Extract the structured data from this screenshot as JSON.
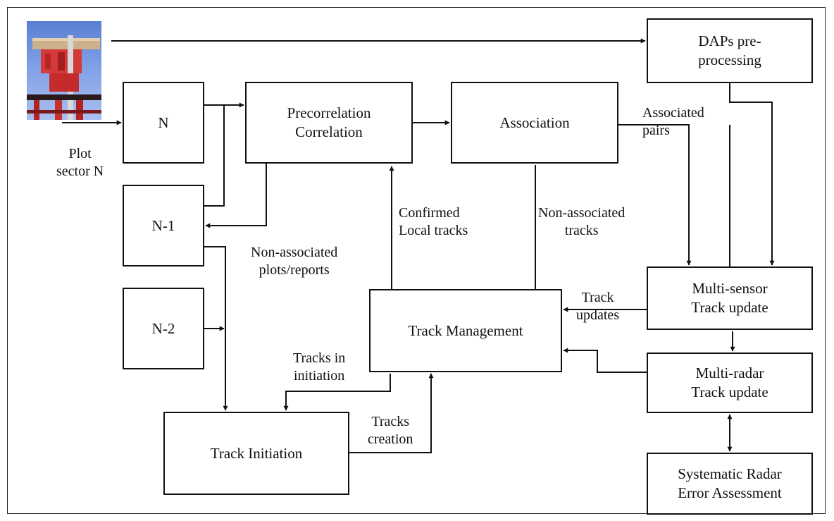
{
  "boxes": {
    "daps": "DAPs pre-\nprocessing",
    "n": "N",
    "n1": "N-1",
    "n2": "N-2",
    "precorrelation": "Precorrelation\nCorrelation",
    "association": "Association",
    "track_management": "Track Management",
    "track_initiation": "Track Initiation",
    "multi_sensor": "Multi-sensor\nTrack update",
    "multi_radar": "Multi-radar\nTrack update",
    "systematic": "Systematic Radar\nError Assessment"
  },
  "labels": {
    "plot_sector": "Plot\nsector N",
    "associated_pairs": "Associated\npairs",
    "confirmed_local_tracks": "Confirmed\nLocal tracks",
    "non_associated_tracks": "Non-associated\ntracks",
    "non_associated_plots": "Non-associated\nplots/reports",
    "track_updates": "Track\nupdates",
    "tracks_in_initiation": "Tracks in\ninitiation",
    "tracks_creation": "Tracks\ncreation"
  },
  "colors": {
    "line": "#111111"
  }
}
